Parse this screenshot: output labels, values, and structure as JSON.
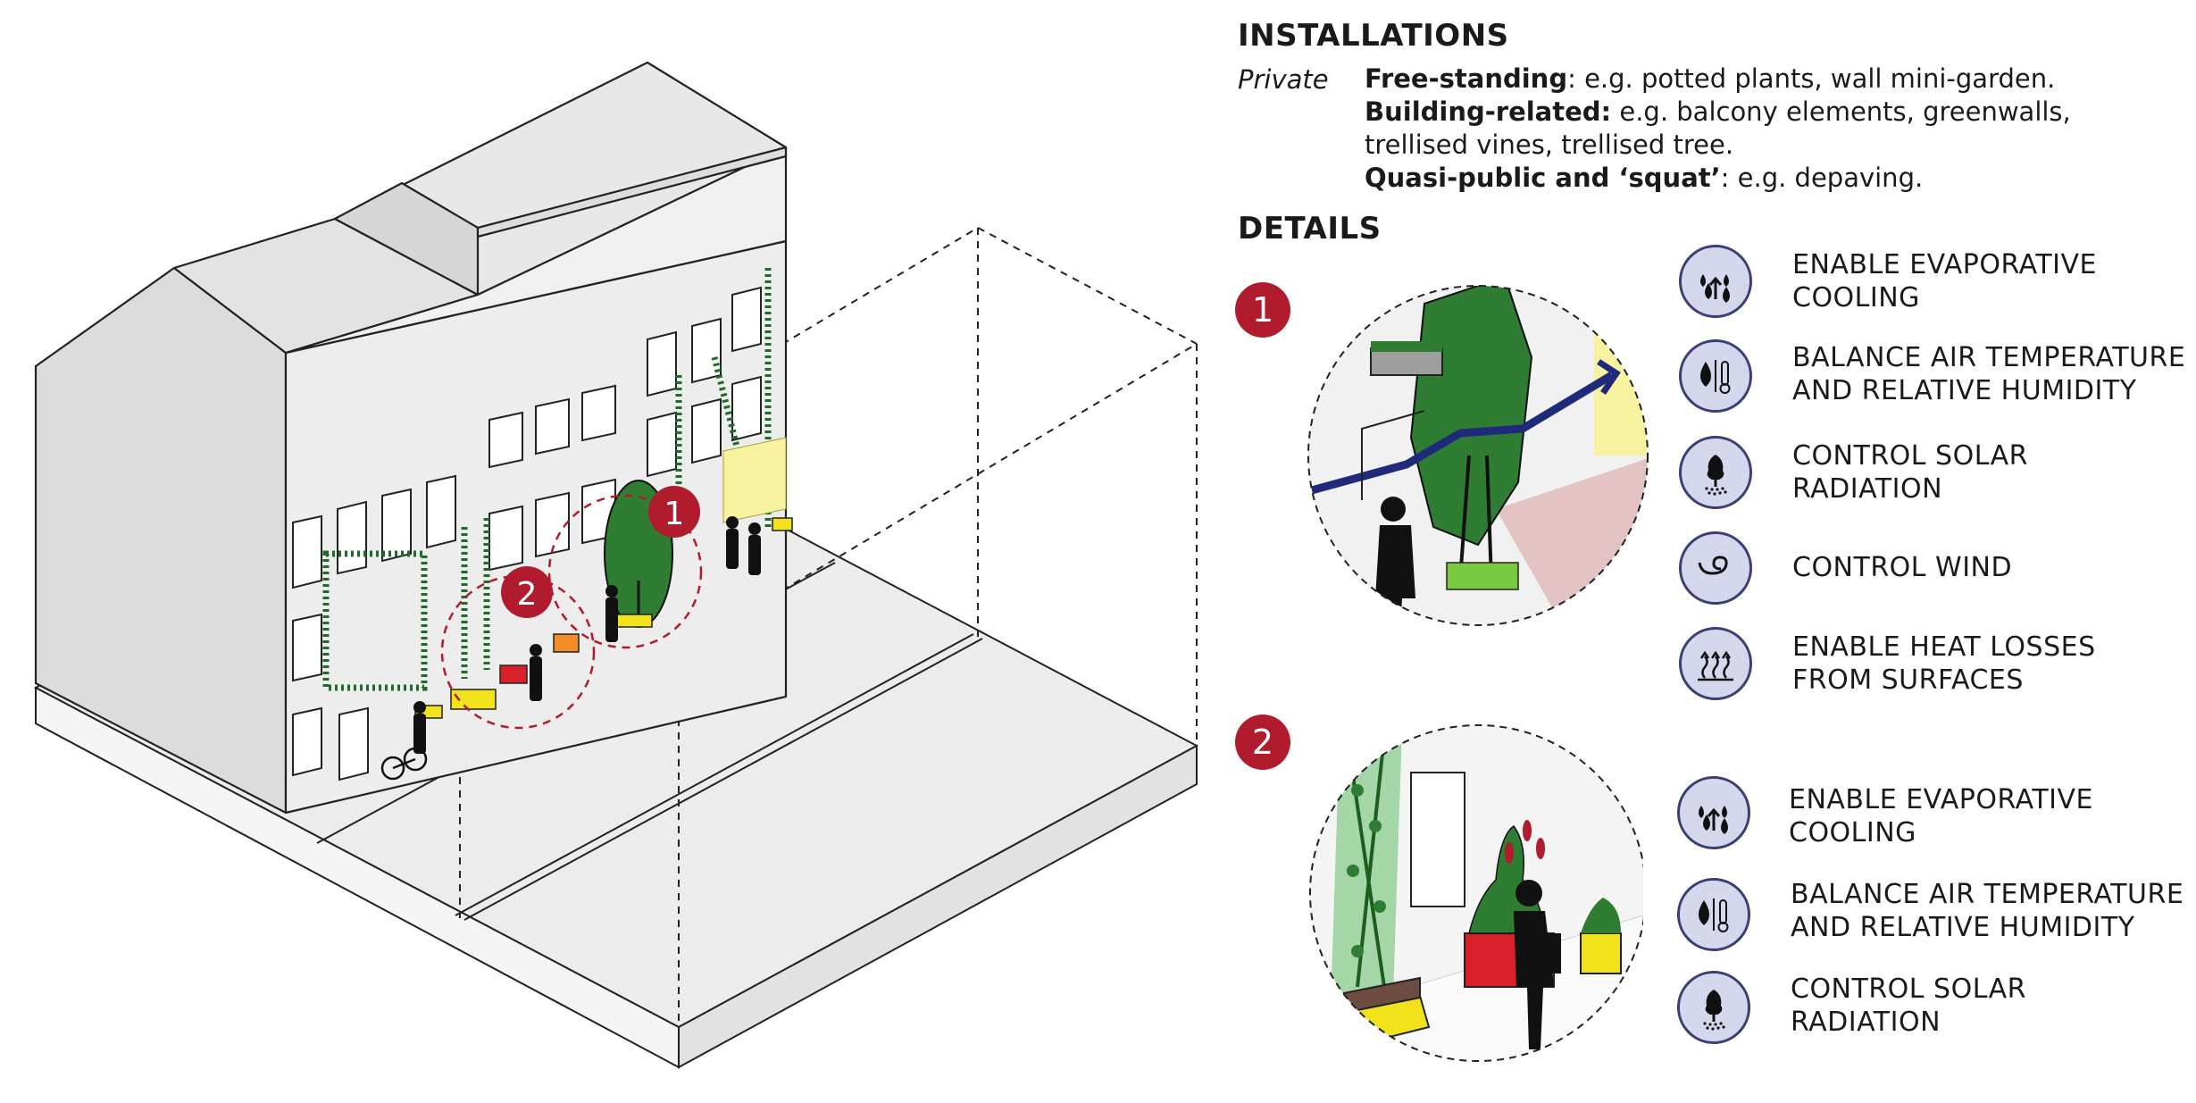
{
  "installations": {
    "heading": "INSTALLATIONS",
    "category": "Private",
    "items": [
      {
        "term": "Free-standing",
        "desc": ": e.g. potted plants, wall mini-garden."
      },
      {
        "term": "Building-related:",
        "desc": " e.g. balcony elements, greenwalls,"
      },
      {
        "term": "",
        "desc": "trellised vines, trellised tree."
      },
      {
        "term": "Quasi-public and ‘squat’",
        "desc": ": e.g. depaving."
      }
    ]
  },
  "details": {
    "heading": "DETAILS",
    "groups": [
      {
        "number": "1",
        "effects": [
          {
            "icon": "evaporative-cooling-icon",
            "lines": [
              "ENABLE EVAPORATIVE",
              "COOLING"
            ]
          },
          {
            "icon": "air-temperature-humidity-icon",
            "lines": [
              "BALANCE AIR TEMPERATURE",
              "AND RELATIVE HUMIDITY"
            ]
          },
          {
            "icon": "solar-radiation-icon",
            "lines": [
              "CONTROL SOLAR",
              "RADIATION"
            ]
          },
          {
            "icon": "wind-icon",
            "lines": [
              "CONTROL WIND"
            ]
          },
          {
            "icon": "heat-loss-icon",
            "lines": [
              "ENABLE HEAT LOSSES",
              "FROM SURFACES"
            ]
          }
        ]
      },
      {
        "number": "2",
        "effects": [
          {
            "icon": "evaporative-cooling-icon",
            "lines": [
              "ENABLE EVAPORATIVE",
              "COOLING"
            ]
          },
          {
            "icon": "air-temperature-humidity-icon",
            "lines": [
              "BALANCE AIR TEMPERATURE",
              "AND RELATIVE HUMIDITY"
            ]
          },
          {
            "icon": "solar-radiation-icon",
            "lines": [
              "CONTROL SOLAR",
              "RADIATION"
            ]
          }
        ]
      }
    ]
  },
  "street_markers": [
    "1",
    "2"
  ],
  "colors": {
    "badge": "#b01c2e",
    "icon_fill": "#d5d8ec",
    "icon_stroke": "#3b3f73",
    "building": "#e6e6e6",
    "greenery": "#2e8b3a",
    "highlight": "#f7f2a0",
    "planter": "#f2e21c"
  }
}
